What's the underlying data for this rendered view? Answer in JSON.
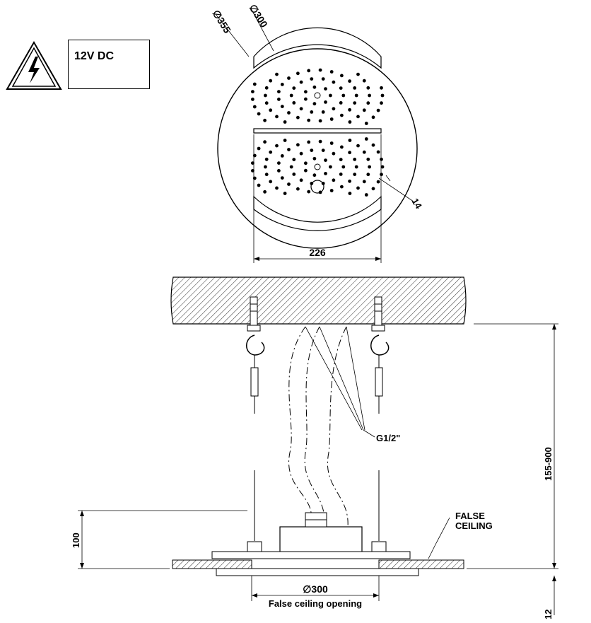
{
  "warning": {
    "voltage_label": "12V DC",
    "icon": "high-voltage-warning-icon"
  },
  "dimensions": {
    "outer_diameter": "∅355",
    "inner_diameter": "∅300",
    "width": "226",
    "edge_thickness": "14",
    "drop_height": "155-900",
    "body_height": "100",
    "ceiling_thickness": "12",
    "ceiling_opening_diameter": "∅300"
  },
  "labels": {
    "pipe_thread": "G1/2\"",
    "false_ceiling_line1": "FALSE",
    "false_ceiling_line2": "CEILING",
    "ceiling_opening": "False ceiling opening"
  }
}
